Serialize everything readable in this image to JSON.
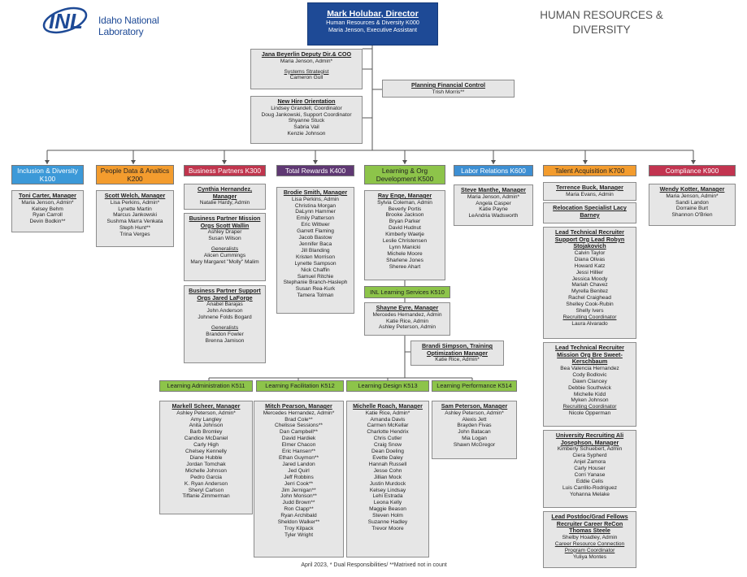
{
  "logo": {
    "text": "Idaho National Laboratory"
  },
  "title": {
    "line1": "HUMAN RESOURCES &",
    "line2": "DIVERSITY"
  },
  "director": {
    "name": "Mark Holubar, Director",
    "dept": "Human Resources & Diversity K000",
    "assistant": "Maria Jenson, Executive Assistant"
  },
  "deputy": {
    "title": "Jana Beyerlin Deputy Dir.& COO",
    "admin": "Maria Jenson, Admin*",
    "role": "Systems Strategist",
    "person": "Cameron Gull"
  },
  "planning": {
    "title": "Planning Financial Control",
    "person": "Trish Morris**"
  },
  "newhire": {
    "title": "New Hire Orientation",
    "members": [
      "Lindsey Grandell, Coordinator",
      "Doug Jankowski, Support Coordinator",
      "Shyanne Stuck",
      "Sabria Vail",
      "Kenzie Johnson"
    ]
  },
  "departments": {
    "k100": {
      "label": "Inclusion & Diversity K100",
      "manager": "Toni Carter, Manager",
      "members": [
        "Maria Jenson, Admin*",
        "Kelsey Behm",
        "Ryan Carroll",
        "Devin Bodkin**"
      ]
    },
    "k200": {
      "label": "People Data & Analtics K200",
      "manager": "Scott Welch, Manager",
      "members": [
        "Lisa Perkins, Admin*",
        "Lynette Martin",
        "Marcus Jankowski",
        "Sushma Marra Venkata",
        "Steph Hunt**",
        "Trina Verges"
      ]
    },
    "k300": {
      "label": "Business Partners K300",
      "manager": "Cynthia Hernandez, Manager",
      "admin": "Natalie Hardy, Admin",
      "mission": {
        "title": "Business Partner Mission Orgs Scott Wallin",
        "members": [
          "Ashley Draper",
          "Susan Wilson"
        ],
        "gen_label": "Generalists",
        "generalists": [
          "Alicen Cummings",
          "Mary Margaret \"Molly\" Malim"
        ]
      },
      "support": {
        "title": "Business Partner Support Orgs Jared LaForge",
        "members": [
          "Anabel Barajas",
          "John Anderson",
          "Johnene Folds Bogard"
        ],
        "gen_label": "Generalists",
        "generalists": [
          "Brandon Fowler",
          "Brenna Jamison"
        ]
      }
    },
    "k400": {
      "label": "Total Rewards K400",
      "manager": "Brodie Smith, Manager",
      "members": [
        "Lisa Perkins, Admin",
        "Christina Morgan",
        "DaLynn Hammer",
        "Emily Patterson",
        "Eric Wittwer",
        "Garrett Flaming",
        "Jacob Bastow",
        "Jennifer Baca",
        "Jill Blanding",
        "Kristen Morrison",
        "Lynette Sampson",
        "Nick Chaffin",
        "Samuel Ritchie",
        "Stephanie Branch-Hasleph",
        "Susan Rea-Kurk",
        "Tamera Tolman"
      ]
    },
    "k500": {
      "label": "Learning & Org Development K500",
      "manager": "Ray Enge, Manager",
      "members": [
        "Sylvia Coleman, Admin",
        "Beverly Portis",
        "Brooke Jackson",
        "Bryan Parker",
        "David Hudnut",
        "Kimberly Waetje",
        "Leslie Christensen",
        "Lynn Manicki",
        "Michele Moore",
        "Sharlene Jones",
        "Sheree Ahart"
      ],
      "k510": {
        "label": "INL Learning Services K510",
        "manager": "Shayne Eyre, Manager",
        "members": [
          "Mercedes Hernandez, Admin",
          "Katie Rice, Admin",
          "Ashley Peterson, Admin"
        ]
      },
      "training": {
        "title": "Brandi Simpson, Training Optimization Manager",
        "admin": "Katie Rice, Admin*"
      },
      "k511": {
        "label": "Learning Administration K511",
        "manager": "Markell Scheer, Manager",
        "members": [
          "Ashley Peterson, Admin*",
          "Amy Langley",
          "Anita Johnson",
          "Barb Bromley",
          "Candice McDaniel",
          "Carly High",
          "Chelsey Kennelly",
          "Diane Hubble",
          "Jordan Tomchak",
          "Michelle Johnson",
          "Pedro Garcia",
          "K. Ryan Anderson",
          "Sheryl Carlson",
          "Tiffanie Zimmerman"
        ]
      },
      "k512": {
        "label": "Learning Facilitation K512",
        "manager": "Mitch Pearson, Manager",
        "members": [
          "Mercedes Hernandez, Admin*",
          "Brad Cole**",
          "Chelisse Sessions**",
          "Dan Campbell**",
          "David Hardiek",
          "Elmer Chacon",
          "Eric Hansen**",
          "Ethan Guymon**",
          "Jared Landon",
          "Jed Quirl",
          "Jeff Robbins",
          "Jerri Cook**",
          "Jim Jernigan**",
          "John Monson**",
          "Judd Brown**",
          "Ron Clapp**",
          "Ryan Archibald",
          "Sheldon Walker**",
          "Troy Kilpack",
          "Tyler Wright"
        ]
      },
      "k513": {
        "label": "Learning Design K513",
        "manager": "Michelle Roach, Manager",
        "members": [
          "Katie Rice, Admin*",
          "Amanda Davis",
          "Carmen McKellar",
          "Charlotte Hendrix",
          "Chris Cutler",
          "Craig Snow",
          "Dean Doeling",
          "Evette Daley",
          "Hannah Russell",
          "Jesse Cohn",
          "Jillian Mock",
          "Justin Murdock",
          "Kelsey Lindsay",
          "Lehi Estrada",
          "Leona Kelly",
          "Maggie Beason",
          "Steven Holm",
          "Suzanne Hadley",
          "Trevor Moore"
        ]
      },
      "k514": {
        "label": "Learning Performance K514",
        "manager": "Sam Peterson, Manager",
        "members": [
          "Ashley Peterson, Admin*",
          "Alexis Jett",
          "Brayden Fivas",
          "John Batacan",
          "Mia Logan",
          "Shawn McGregor"
        ]
      }
    },
    "k600": {
      "label": "Labor Relations K600",
      "manager": "Steve Manthe, Manager",
      "members": [
        "Maria Jenson, Admin*",
        "Angela Casper",
        "Katie Payne",
        "LeAndria Wadsworth"
      ]
    },
    "k700": {
      "label": "Talent Acquisition K700",
      "manager": "Terrence Buck, Manager",
      "admin": "Maria Evans, Admin",
      "relocation": {
        "title": "Relocation Specialist Lacy Barney"
      },
      "support": {
        "title": "Lead Technical Recruiter Support Org Lead Robyn Stojakovich",
        "members": [
          "Calvin Taylor",
          "Diana Olivas",
          "Howard Katz",
          "Jessi Hillier",
          "Jessica Moody",
          "Mariah Chavez",
          "Myrella Benitez",
          "Rachel Craighead",
          "Shelley Cook-Rubin",
          "Shelly Ivers"
        ],
        "coord_label": "Recruiting Coordinator",
        "coord": "Laura Alvarado"
      },
      "mission": {
        "title": "Lead Technical Recruiter Mission Org Bre Sweet-Kerschbaum",
        "members": [
          "Bea Valencia Hernandez",
          "Cody Bodlovic",
          "Dawn Clancey",
          "Debbie Southwick",
          "Michelle Kidd",
          "Myken Johnson"
        ],
        "coord_label": "Recruiting Coordinator",
        "coord": "Nicole Opperman"
      },
      "university": {
        "title": "University Recruiting Ali Josephson, Manager",
        "members": [
          "Kimberly Schuebert, Admin",
          "Ciera Sypherd",
          "Anjel Zamora",
          "Carly Houser",
          "Corri Yanase",
          "Eddie Celis",
          "Luis Carrillo-Rodriguez",
          "Yohanna Melake"
        ]
      },
      "postdoc": {
        "title": "Lead Postdoc/Grad Fellows Recruiter Career ReCon Thomas Steele",
        "members": [
          "Shelby Hoadley, Admin"
        ],
        "link1": "Career Resource Connection",
        "link2": "Program Coordinator",
        "last": "Yuliya Montes"
      }
    },
    "k900": {
      "label": "Compliance K900",
      "manager": "Wendy Kotter, Manager",
      "members": [
        "Maria Jenson, Admin*",
        "Sandi Landon",
        "Dorraine Burt",
        "Shannon O'Brien"
      ]
    }
  },
  "footer": "April 2023, * Dual Responsibilities/ **Matrixed not in count"
}
